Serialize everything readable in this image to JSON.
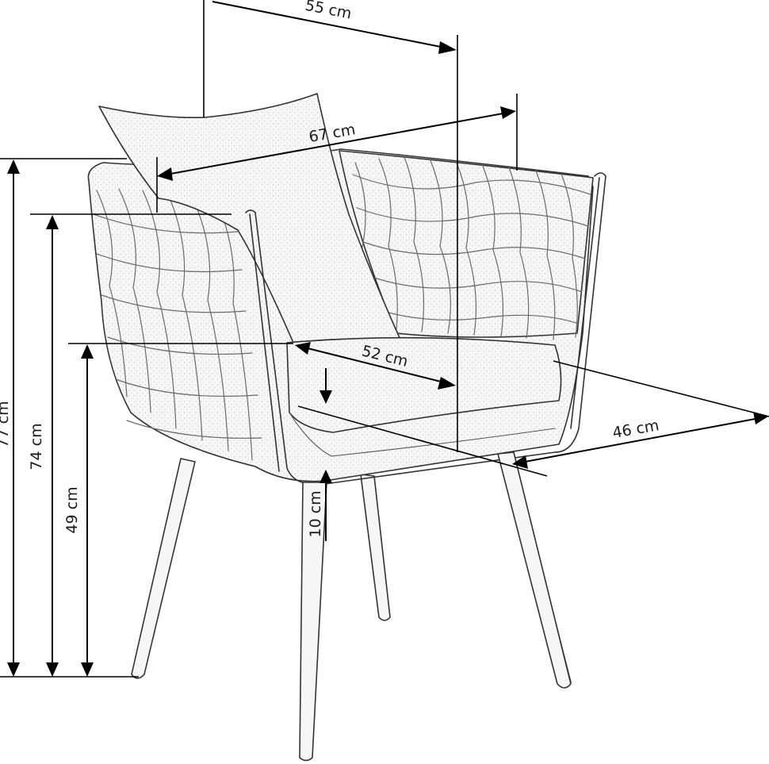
{
  "dimensions": {
    "depth_top": "55 cm",
    "width_overall": "67 cm",
    "seat_width": "52 cm",
    "seat_depth": "46 cm",
    "height_total": "77 cm",
    "height_armrest": "74 cm",
    "height_seat": "49 cm",
    "seat_cushion_thickness": "10 cm"
  }
}
